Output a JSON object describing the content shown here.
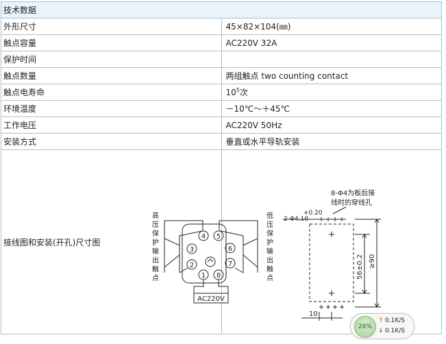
{
  "table": {
    "header": "技术数据",
    "rows": [
      {
        "label": "外形尺寸",
        "value": "45×82×104(㎜)"
      },
      {
        "label": "触点容量",
        "value": "AC220V 32A"
      },
      {
        "label": "保护时间",
        "value": ""
      },
      {
        "label": "触点数量",
        "value": "两组触点  two counting contact"
      },
      {
        "label": "触点电寿命",
        "value_base": "10",
        "value_sup": "5",
        "value_suffix": "次"
      },
      {
        "label": "环境温度",
        "value": "－10℃～＋45℃"
      },
      {
        "label": "工作电压",
        "value": "AC220V 50Hz"
      },
      {
        "label": "安装方式",
        "value": "垂直或水平导轨安装"
      },
      {
        "label": "接线图和安装(开孔)尺寸图"
      }
    ]
  },
  "wiring": {
    "left_label_chars": [
      "高",
      "压",
      "保",
      "护",
      "输",
      "出",
      "触",
      "点"
    ],
    "right_label_chars": [
      "低",
      "压",
      "保",
      "护",
      "输",
      "出",
      "触",
      "点"
    ],
    "pins": [
      "1",
      "2",
      "3",
      "4",
      "5",
      "6",
      "7",
      "8"
    ],
    "supply_label": "AC220V"
  },
  "mounting": {
    "note_line1": "8-Φ4为板后接",
    "note_line2": "线时的穿线孔",
    "tolerance": "+0.20",
    "hole_spec": "2-Φ4.10",
    "height_dim": "56±0.2",
    "overall_dim": "≥90",
    "width_dim": "10"
  },
  "speed_widget": {
    "percent": "28%",
    "upload": "0.1K/S",
    "download": "0.1K/S"
  }
}
